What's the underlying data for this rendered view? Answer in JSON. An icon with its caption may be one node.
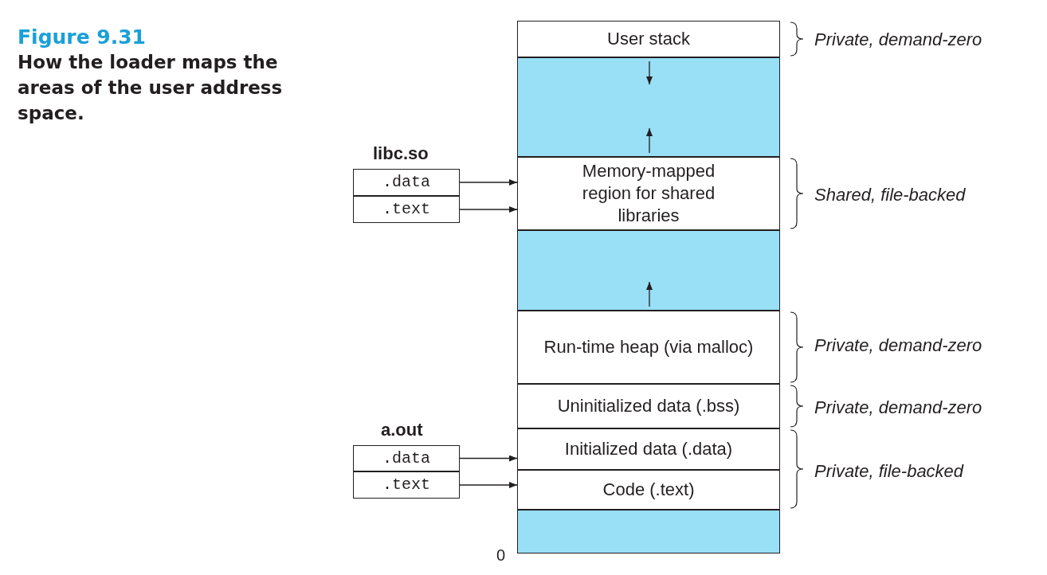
{
  "diagram": {
    "title": "Figure 9.31",
    "caption": "How the loader maps the areas of the user address space.",
    "nodes": [
      {
        "text": [
          "User stack"
        ]
      },
      {
        "text": [],
        "shape": "box"
      },
      {
        "text": [
          ".data"
        ]
      },
      {
        "text": [
          ".text"
        ]
      },
      {
        "text": [
          "Memory-mapped region for shared libraries"
        ]
      },
      {
        "text": [],
        "shape": "box"
      },
      {
        "text": [
          "Run-time heap (via malloc)"
        ]
      },
      {
        "text": [
          "Uninitialized data (.bss)"
        ]
      },
      {
        "text": [
          ".data"
        ]
      },
      {
        "text": [
          ".text"
        ]
      },
      {
        "text": [
          "Initialized data (.data)"
        ]
      },
      {
        "text": [
          "Code (.text)"
        ]
      },
      {
        "text": [],
        "shape": "box"
      }
    ],
    "edges": [
      {
        "from": 2,
        "to": 4,
        "arrow": "to"
      },
      {
        "from": 3,
        "to": 4,
        "arrow": "to"
      },
      {
        "from": 8,
        "to": 10,
        "arrow": "to"
      },
      {
        "from": 9,
        "to": 11,
        "arrow": "to"
      }
    ],
    "labels": [
      "libc.so",
      "a.out",
      "Private, demand-zero",
      "Shared, file-backed",
      "Private, demand-zero",
      "Private, demand-zero",
      "Private, file-backed",
      "0"
    ]
  }
}
